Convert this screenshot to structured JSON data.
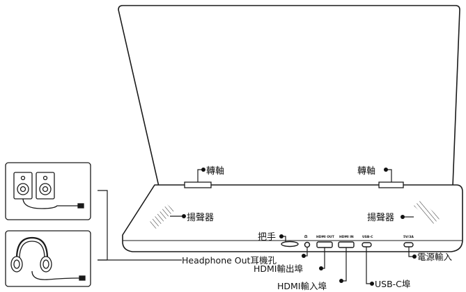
{
  "diagram": {
    "labels": {
      "hinge_left": "轉軸",
      "hinge_right": "轉軸",
      "speaker_left": "揚聲器",
      "speaker_right": "揚聲器",
      "handle": "把手",
      "headphone_out": "Headphone Out耳機孔",
      "hdmi_out": "HDMI輸出埠",
      "hdmi_in": "HDMI輸入埠",
      "usb_c": "USB-C埠",
      "power_in": "電源輸入"
    },
    "port_markings": {
      "audio": "Ω",
      "hdmi_out": "HDMI OUT",
      "hdmi_in": "HDMI IN",
      "usb_c": "USB-C",
      "power": "5V/3A"
    },
    "icons": {
      "speakers": "desktop-speakers-icon",
      "headphones": "headphones-icon"
    },
    "colors": {
      "line": "#1a1a1a",
      "background": "#ffffff"
    }
  }
}
